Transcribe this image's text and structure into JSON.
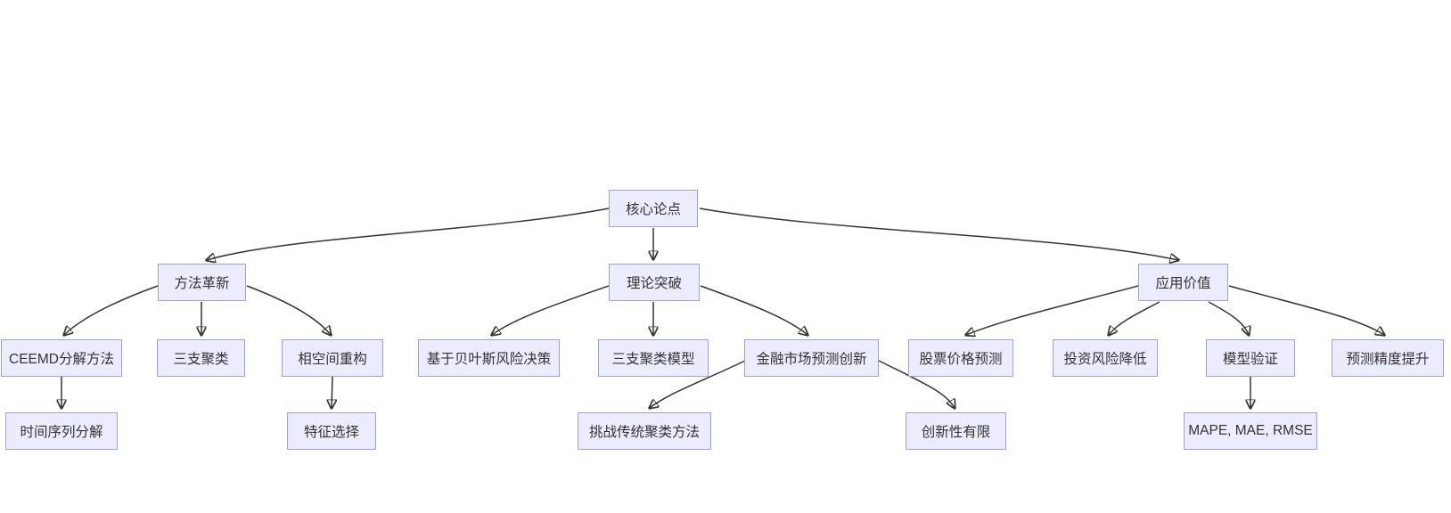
{
  "diagram": {
    "type": "flowchart",
    "direction": "top-down",
    "background": "#ffffff"
  },
  "colors": {
    "node_fill": "#ECECFF",
    "node_border": "#9f9fdd",
    "node_text": "#333333",
    "edge_stroke": "#333333"
  },
  "nodes": [
    {
      "id": "core-thesis",
      "label": "核心论点"
    },
    {
      "id": "method-innovation",
      "label": "方法革新"
    },
    {
      "id": "theory-breakthrough",
      "label": "理论突破"
    },
    {
      "id": "application-value",
      "label": "应用价值"
    },
    {
      "id": "ceemd-decomposition",
      "label": "CEEMD分解方法"
    },
    {
      "id": "three-way-clustering",
      "label": "三支聚类"
    },
    {
      "id": "phase-space-reconstruction",
      "label": "相空间重构"
    },
    {
      "id": "bayesian-risk-decision",
      "label": "基于贝叶斯风险决策"
    },
    {
      "id": "three-way-clustering-model",
      "label": "三支聚类模型"
    },
    {
      "id": "financial-market-forecast-innovation",
      "label": "金融市场预测创新"
    },
    {
      "id": "stock-price-forecast",
      "label": "股票价格预测"
    },
    {
      "id": "investment-risk-reduction",
      "label": "投资风险降低"
    },
    {
      "id": "model-validation",
      "label": "模型验证"
    },
    {
      "id": "forecast-precision-improvement",
      "label": "预测精度提升"
    },
    {
      "id": "time-series-decomposition",
      "label": "时间序列分解"
    },
    {
      "id": "feature-selection",
      "label": "特征选择"
    },
    {
      "id": "challenge-traditional-clustering",
      "label": "挑战传统聚类方法"
    },
    {
      "id": "limited-novelty",
      "label": "创新性有限"
    },
    {
      "id": "error-metrics",
      "label": "MAPE, MAE, RMSE"
    }
  ],
  "edges": [
    {
      "from": "核心论点",
      "to": "方法革新"
    },
    {
      "from": "核心论点",
      "to": "理论突破"
    },
    {
      "from": "核心论点",
      "to": "应用价值"
    },
    {
      "from": "方法革新",
      "to": "CEEMD分解方法"
    },
    {
      "from": "方法革新",
      "to": "三支聚类"
    },
    {
      "from": "方法革新",
      "to": "相空间重构"
    },
    {
      "from": "理论突破",
      "to": "基于贝叶斯风险决策"
    },
    {
      "from": "理论突破",
      "to": "三支聚类模型"
    },
    {
      "from": "理论突破",
      "to": "金融市场预测创新"
    },
    {
      "from": "应用价值",
      "to": "股票价格预测"
    },
    {
      "from": "应用价值",
      "to": "投资风险降低"
    },
    {
      "from": "应用价值",
      "to": "模型验证"
    },
    {
      "from": "应用价值",
      "to": "预测精度提升"
    },
    {
      "from": "CEEMD分解方法",
      "to": "时间序列分解"
    },
    {
      "from": "相空间重构",
      "to": "特征选择"
    },
    {
      "from": "金融市场预测创新",
      "to": "挑战传统聚类方法"
    },
    {
      "from": "金融市场预测创新",
      "to": "创新性有限"
    },
    {
      "from": "模型验证",
      "to": "MAPE, MAE, RMSE"
    }
  ]
}
